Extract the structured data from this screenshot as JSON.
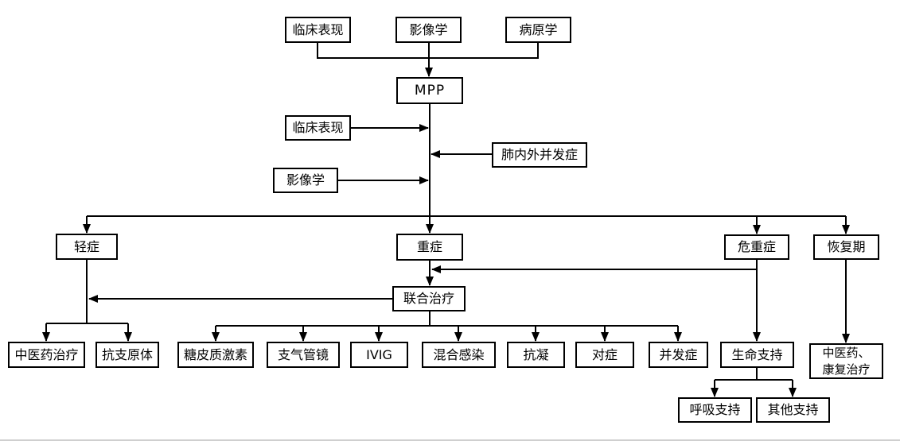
{
  "diagram": {
    "type": "flowchart",
    "colors": {
      "line": "#000000",
      "node_border": "#000000",
      "node_fill": "#ffffff",
      "text": "#000000",
      "bottom_divider": "#cfcfcf"
    },
    "nodes": {
      "clinical_top": {
        "label": "临床表现"
      },
      "imaging_top": {
        "label": "影像学"
      },
      "pathogen_top": {
        "label": "病原学"
      },
      "mpp": {
        "label": "MPP"
      },
      "clinical_mid": {
        "label": "临床表现"
      },
      "pulmonary_complications": {
        "label": "肺内外并发症"
      },
      "imaging_mid": {
        "label": "影像学"
      },
      "mild": {
        "label": "轻症"
      },
      "severe": {
        "label": "重症"
      },
      "critical": {
        "label": "危重症"
      },
      "recovery": {
        "label": "恢复期"
      },
      "combined_therapy": {
        "label": "联合治疗"
      },
      "tcm_therapy": {
        "label": "中医药治疗"
      },
      "anti_mycoplasma": {
        "label": "抗支原体"
      },
      "glucocorticoid": {
        "label": "糖皮质激素"
      },
      "bronchoscopy": {
        "label": "支气管镜"
      },
      "ivig": {
        "label": "IVIG"
      },
      "mixed_infection": {
        "label": "混合感染"
      },
      "anticoagulation": {
        "label": "抗凝"
      },
      "symptomatic": {
        "label": "对症"
      },
      "complications": {
        "label": "并发症"
      },
      "life_support": {
        "label": "生命支持"
      },
      "tcm_rehab": {
        "label": "中医药、\n康复治疗"
      },
      "respiratory_support": {
        "label": "呼吸支持"
      },
      "other_support": {
        "label": "其他支持"
      }
    },
    "edges": [
      {
        "from": "clinical_top",
        "to": "mpp"
      },
      {
        "from": "imaging_top",
        "to": "mpp"
      },
      {
        "from": "pathogen_top",
        "to": "mpp"
      },
      {
        "from": "clinical_mid",
        "to": "mpp_main_line"
      },
      {
        "from": "pulmonary_complications",
        "to": "mpp_main_line"
      },
      {
        "from": "imaging_mid",
        "to": "mpp_main_line"
      },
      {
        "from": "mpp",
        "to": "mild"
      },
      {
        "from": "mpp",
        "to": "severe"
      },
      {
        "from": "mpp",
        "to": "critical"
      },
      {
        "from": "mpp",
        "to": "recovery"
      },
      {
        "from": "severe",
        "to": "combined_therapy"
      },
      {
        "from": "critical",
        "to": "combined_therapy"
      },
      {
        "from": "combined_therapy",
        "to": "mild"
      },
      {
        "from": "mild",
        "to": "tcm_therapy"
      },
      {
        "from": "mild",
        "to": "anti_mycoplasma"
      },
      {
        "from": "combined_therapy",
        "to": "glucocorticoid"
      },
      {
        "from": "combined_therapy",
        "to": "bronchoscopy"
      },
      {
        "from": "combined_therapy",
        "to": "ivig"
      },
      {
        "from": "combined_therapy",
        "to": "mixed_infection"
      },
      {
        "from": "combined_therapy",
        "to": "anticoagulation"
      },
      {
        "from": "combined_therapy",
        "to": "symptomatic"
      },
      {
        "from": "combined_therapy",
        "to": "complications"
      },
      {
        "from": "critical",
        "to": "life_support"
      },
      {
        "from": "recovery",
        "to": "tcm_rehab"
      },
      {
        "from": "life_support",
        "to": "respiratory_support"
      },
      {
        "from": "life_support",
        "to": "other_support"
      }
    ]
  }
}
